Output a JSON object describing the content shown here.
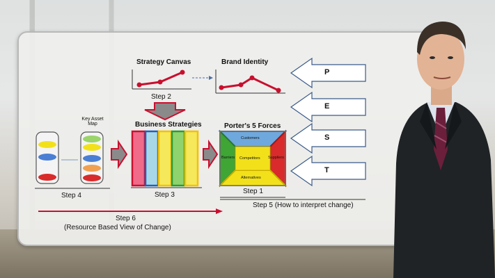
{
  "diagram": {
    "strategy_canvas": "Strategy Canvas",
    "brand_identity": "Brand Identity",
    "step2": "Step 2",
    "business_strategies": "Business Strategies",
    "step3": "Step 3",
    "key_asset_map": "Key Asset\nMap",
    "step4": "Step 4",
    "porters_title": "Porter's 5 Forces",
    "porter_customers": "Customers",
    "porter_barriers": "Barriers",
    "porter_competitors": "Competitors",
    "porter_suppliers": "Suppliers",
    "porter_alternatives": "Alternatives",
    "step1": "Step 1",
    "step5": "Step 5 (How to interpret change)",
    "step6": "Step 6",
    "step6_sub": "(Resource Based View of Change)",
    "pest": [
      "P",
      "E",
      "S",
      "T"
    ]
  },
  "colors": {
    "accent_red": "#c8102e",
    "arrow_gray": "#8a8a8a",
    "pest_arrow_blue": "#3a5a8a",
    "porter_green": "#3fa535",
    "porter_red": "#d92b2b",
    "porter_yellow": "#f2e11a",
    "porter_blue": "#6fa8dc"
  }
}
